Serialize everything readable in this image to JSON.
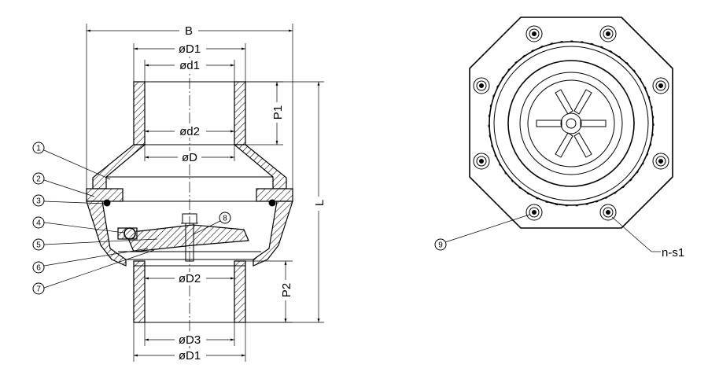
{
  "section_view": {
    "dimensions": {
      "B": "B",
      "D1_top": "øD1",
      "d1": "ød1",
      "d2": "ød2",
      "D": "øD",
      "P1": "P1",
      "L": "L",
      "D2": "øD2",
      "P2": "P2",
      "D3": "øD3",
      "D1_bottom": "øD1"
    },
    "balloons": [
      "1",
      "2",
      "3",
      "4",
      "5",
      "6",
      "7",
      "8"
    ]
  },
  "end_view": {
    "balloon": "9",
    "bolt_label": "n-s1"
  },
  "colors": {
    "line": "#000000",
    "background": "#ffffff"
  }
}
